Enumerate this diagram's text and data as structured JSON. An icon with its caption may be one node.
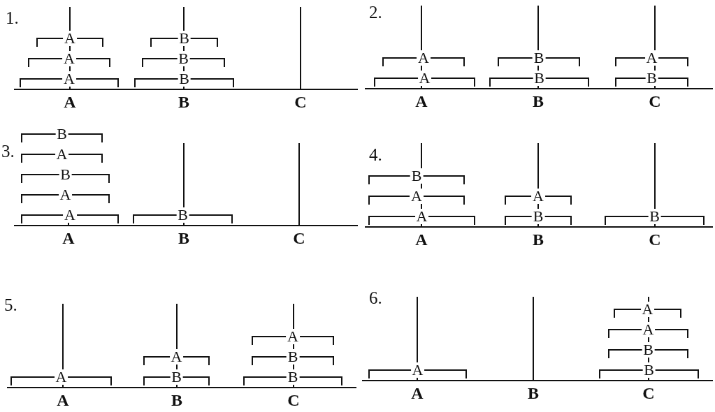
{
  "diagram": {
    "nodes": [
      {
        "text": [
          "A"
        ]
      },
      {
        "text": [
          "A"
        ]
      },
      {
        "text": [
          "A"
        ]
      },
      {
        "text": [
          "B"
        ]
      },
      {
        "text": [
          "B"
        ]
      },
      {
        "text": [
          "B"
        ]
      },
      {
        "text": [
          "A"
        ]
      },
      {
        "text": [
          "A"
        ]
      },
      {
        "text": [
          "B"
        ]
      },
      {
        "text": [
          "B"
        ]
      },
      {
        "text": [
          "A"
        ]
      },
      {
        "text": [
          "B"
        ]
      },
      {
        "text": [
          "B"
        ]
      },
      {
        "text": [
          "A"
        ]
      },
      {
        "text": [
          "B"
        ]
      },
      {
        "text": [
          "A"
        ]
      },
      {
        "text": [
          "A"
        ]
      },
      {
        "text": [
          "B"
        ]
      },
      {
        "text": [
          "B"
        ]
      },
      {
        "text": [
          "A"
        ]
      },
      {
        "text": [
          "A"
        ]
      },
      {
        "text": [
          "A"
        ]
      },
      {
        "text": [
          "B"
        ]
      },
      {
        "text": [
          "B"
        ]
      },
      {
        "text": [
          "A"
        ]
      },
      {
        "text": [
          "A"
        ]
      },
      {
        "text": [
          "B"
        ]
      },
      {
        "text": [
          "A"
        ]
      },
      {
        "text": [
          "B"
        ]
      },
      {
        "text": [
          "B"
        ]
      },
      {
        "text": [
          "A"
        ]
      },
      {
        "text": [
          "A"
        ]
      },
      {
        "text": [
          "A"
        ]
      },
      {
        "text": [
          "B"
        ]
      },
      {
        "text": [
          "B"
        ]
      }
    ],
    "labels": [
      "1.",
      "A",
      "B",
      "C",
      "2.",
      "A",
      "B",
      "C",
      "3.",
      "A",
      "B",
      "C",
      "4.",
      "A",
      "B",
      "C",
      "5.",
      "A",
      "B",
      "C",
      "6.",
      "A",
      "B",
      "C"
    ]
  }
}
